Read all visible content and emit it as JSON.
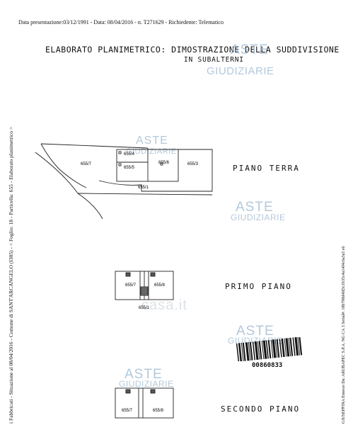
{
  "header": {
    "text": "Data presentazione:03/12/1991 - Data: 08/04/2016 - n. T271629 - Richiedente: Telematico"
  },
  "title": {
    "line1": "ELABORATO PLANIMETRICO: DIMOSTRAZIONE DELLA SUDDIVISIONE",
    "line2": "IN SUBALTERNI"
  },
  "floors": {
    "piano_terra": "PIANO TERRA",
    "primo_piano": "PRIMO PIANO",
    "secondo_piano": "SECONDO PIANO"
  },
  "plan_labels": {
    "ground": [
      "655/7",
      "655/4",
      "655/5",
      "655/6",
      "655/3",
      "655/1"
    ],
    "first": [
      "655/7",
      "655/8",
      "655/1"
    ],
    "second": [
      "655/7",
      "655/8"
    ]
  },
  "left_margin": {
    "text": "i Fabbricati - Situazione al 08/04/2016 - Comune di SANT'ARCANGELO (I305) - < Foglio: 18 - Particella: 655 - Elaborato planimetrico >"
  },
  "right_margin": {
    "text": "GIUSEPPINA Emesso Da: ARUBAPEC S.P.A. NG CA 3 Serial#: 18b798d4fd3c1b35c4a14f4c6a3a5 e6"
  },
  "watermarks": {
    "aste": "ASTE",
    "giudiziarie": "GIUDIZIARIE",
    "casa": "casa.it"
  },
  "barcode": {
    "number": "00860833"
  }
}
